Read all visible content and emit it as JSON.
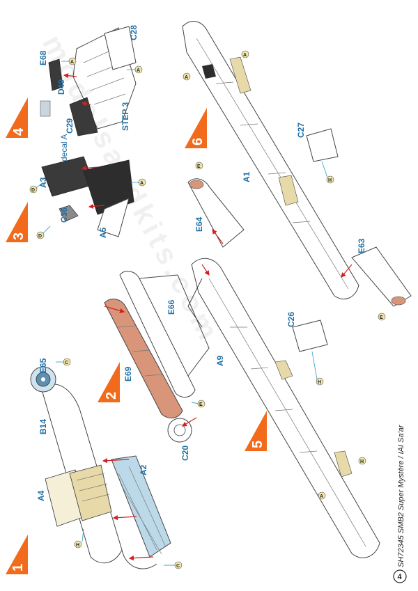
{
  "footer": {
    "page_number": "4",
    "title": "SH72345 SMB2 Super Mystère / IAI Sa'ar"
  },
  "steps": [
    "1",
    "2",
    "3",
    "4",
    "5",
    "6"
  ],
  "step3_sublabel": "STEP 3",
  "decal_label": "decal A",
  "parts": {
    "A1": "A1",
    "A2": "A2",
    "A3": "A3",
    "A4": "A4",
    "A5": "A5",
    "A9": "A9",
    "B14": "B14",
    "C20": "C20",
    "C26": "C26",
    "C27": "C27",
    "C28": "C28",
    "C29": "C29",
    "C36": "C36",
    "D49": "D49",
    "E63": "E63",
    "E64": "E64",
    "E65": "E65",
    "E66": "E66",
    "E68": "E68",
    "E69": "E69"
  },
  "colors": {
    "step_triangle": "#f26a1b",
    "part_label": "#1f6fa6",
    "canopy": "#bcd9ea",
    "copper": "#d9957a",
    "beige": "#e8d9a8",
    "cockpit": "#2d2d2d",
    "callout_line": "#3fa7c9",
    "arrow": "#d02020"
  }
}
